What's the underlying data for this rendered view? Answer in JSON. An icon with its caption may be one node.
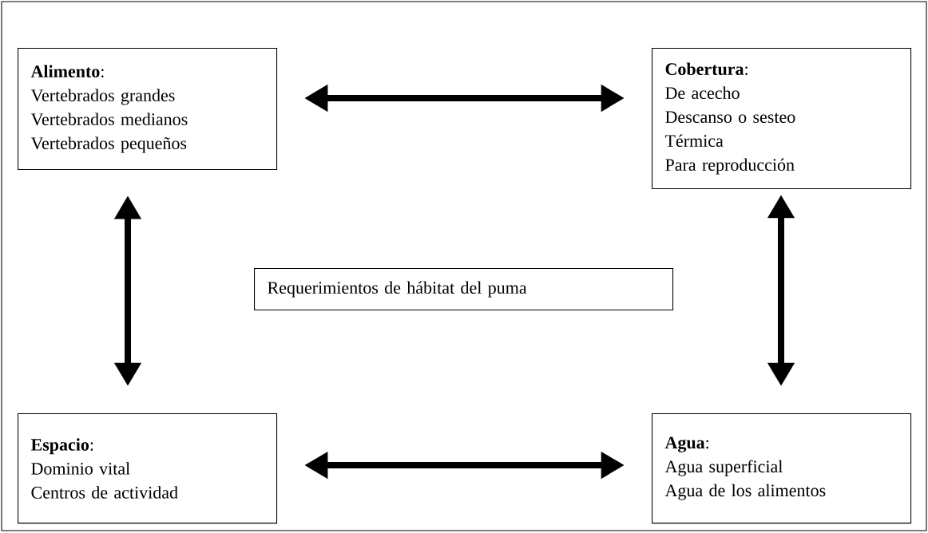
{
  "diagram": {
    "nodes": [
      {
        "text": [
          "**Alimento**:",
          "Vertebrados grandes",
          "Vertebrados medianos",
          "Vertebrados pequeños"
        ]
      },
      {
        "text": [
          "**Cobertura**:",
          "De acecho",
          "Descanso o sesteo",
          "Térmica",
          "Para reproducción"
        ]
      },
      {
        "text": [
          "Requerimientos de hábitat del puma"
        ]
      },
      {
        "text": [
          "**Espacio**:",
          "Dominio vital",
          "Centros de actividad"
        ]
      },
      {
        "text": [
          "**Agua**:",
          "Agua superficial",
          "Agua de los alimentos"
        ]
      }
    ],
    "edges": [
      {
        "from": 0,
        "to": 1,
        "arrow": "both"
      },
      {
        "from": 0,
        "to": 3,
        "arrow": "both"
      },
      {
        "from": 1,
        "to": 4,
        "arrow": "both"
      },
      {
        "from": 3,
        "to": 4,
        "arrow": "both"
      }
    ]
  }
}
